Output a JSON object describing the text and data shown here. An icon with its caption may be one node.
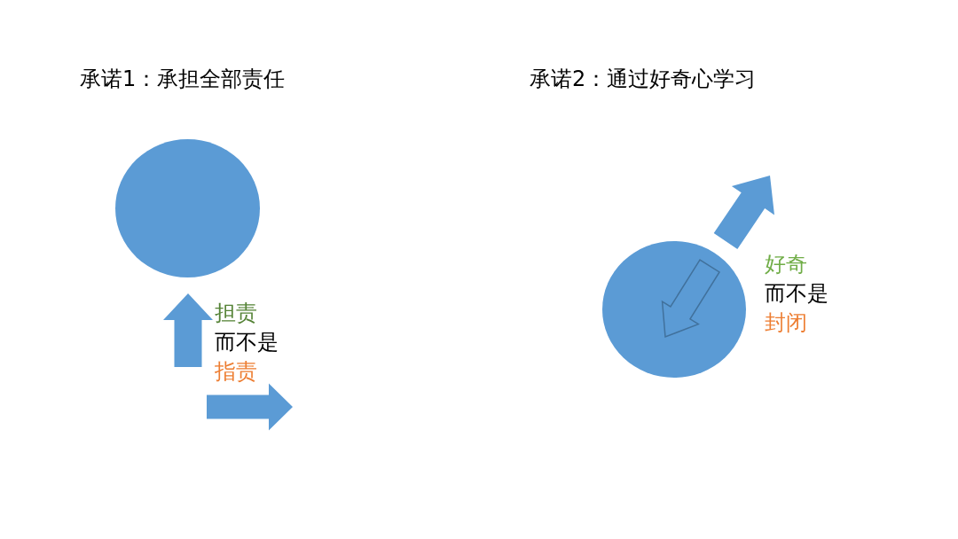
{
  "diagram": {
    "nodes": [
      {
        "text": [],
        "shape": "circle"
      },
      {
        "text": [],
        "shape": "circle"
      }
    ],
    "labels": [
      "承诺1：承担全部责任",
      "承诺2：通过好奇心学习",
      "担责",
      "而不是",
      "指责",
      "好奇",
      "而不是",
      "封闭"
    ]
  }
}
